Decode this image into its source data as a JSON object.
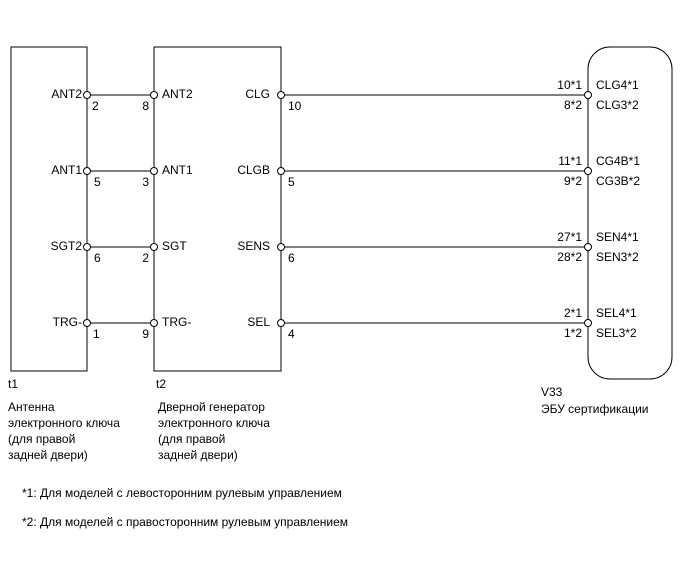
{
  "components": {
    "t1": {
      "id": "t1",
      "name": "Антенна\nэлектронного ключа\n(для правой\nзадней двери)",
      "pins": [
        {
          "label": "ANT2",
          "num": "2"
        },
        {
          "label": "ANT1",
          "num": "5"
        },
        {
          "label": "SGT2",
          "num": "6"
        },
        {
          "label": "TRG-",
          "num": "1"
        }
      ]
    },
    "t2": {
      "id": "t2",
      "name": "Дверной генератор\nэлектронного ключа\n(для правой\nзадней двери)",
      "left_pins": [
        {
          "label": "ANT2",
          "num": "8"
        },
        {
          "label": "ANT1",
          "num": "3"
        },
        {
          "label": "SGT",
          "num": "2"
        },
        {
          "label": "TRG-",
          "num": "9"
        }
      ],
      "right_pins": [
        {
          "label": "CLG",
          "num": "10"
        },
        {
          "label": "CLGB",
          "num": "5"
        },
        {
          "label": "SENS",
          "num": "6"
        },
        {
          "label": "SEL",
          "num": "4"
        }
      ]
    },
    "v33": {
      "id": "V33",
      "name": "ЭБУ сертификации",
      "pins": [
        {
          "num1": "10*1",
          "num2": "8*2",
          "label1": "CLG4*1",
          "label2": "CLG3*2"
        },
        {
          "num1": "11*1",
          "num2": "9*2",
          "label1": "CG4B*1",
          "label2": "CG3B*2"
        },
        {
          "num1": "27*1",
          "num2": "28*2",
          "label1": "SEN4*1",
          "label2": "SEN3*2"
        },
        {
          "num1": "2*1",
          "num2": "1*2",
          "label1": "SEL4*1",
          "label2": "SEL3*2"
        }
      ]
    }
  },
  "notes": [
    "*1: Для моделей с левосторонним рулевым управлением",
    "*2: Для моделей с правосторонним рулевым управлением"
  ]
}
